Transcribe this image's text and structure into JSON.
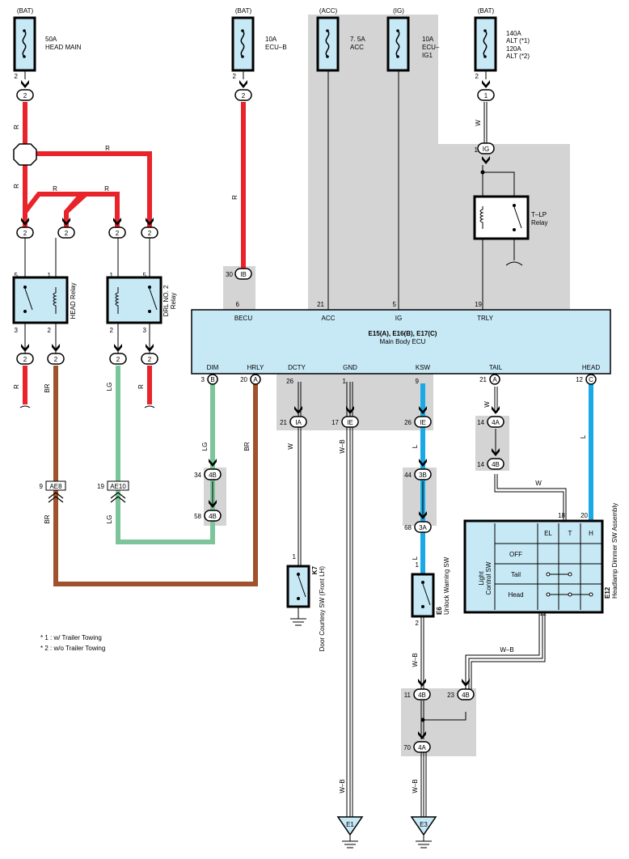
{
  "fuses": {
    "head_main": {
      "source": "(BAT)",
      "rating": "50A",
      "name": "HEAD MAIN",
      "pin": "2"
    },
    "ecu_b": {
      "source": "(BAT)",
      "rating": "10A",
      "name": "ECU–B",
      "pin": "2"
    },
    "acc": {
      "source": "(ACC)",
      "rating": "7. 5A",
      "name": "ACC"
    },
    "ecu_ig1": {
      "source": "(IG)",
      "rating": "10A",
      "name1": "ECU–",
      "name2": "IG1"
    },
    "alt": {
      "source": "(BAT)",
      "rating1": "140A",
      "name1": "ALT (*1)",
      "rating2": "120A",
      "name2": "ALT (*2)",
      "pin": "2"
    }
  },
  "connectors": {
    "c2": "2",
    "c1": "1",
    "IG": "IG",
    "IB": "IB",
    "IA": "IA",
    "IE": "IE",
    "B": "B",
    "A": "A",
    "C": "C",
    "4B": "4B",
    "4A": "4A",
    "3B": "3B",
    "3A": "3A",
    "AE8": "AE8",
    "AE10": "AE10"
  },
  "pins": {
    "p1": "1",
    "p2": "2",
    "p3": "3",
    "p5": "5",
    "p6": "6",
    "p9": "9",
    "p12": "12",
    "p14": "14",
    "p17": "17",
    "p18": "18",
    "p19": "19",
    "p20": "20",
    "p21": "21",
    "p23": "23",
    "p26": "26",
    "p30": "30",
    "p34": "34",
    "p44": "44",
    "p58": "58",
    "p68": "68",
    "p70": "70",
    "p11": "11"
  },
  "wires": {
    "R": "R",
    "BR": "BR",
    "LG": "LG",
    "W": "W",
    "WB": "W–B",
    "L": "L"
  },
  "relays": {
    "head": "HEAD Relay",
    "drl_line1": "DRL NO. 2",
    "drl_line2": "Relay",
    "tlp_line1": "T–LP",
    "tlp_line2": "Relay"
  },
  "ecu": {
    "title": "E15(A), E16(B), E17(C)",
    "name": "Main Body ECU",
    "top_terminals": [
      "BECU",
      "ACC",
      "IG",
      "TRLY"
    ],
    "bottom_terminals": [
      "DIM",
      "HRLY",
      "DCTY",
      "GND",
      "KSW",
      "TAIL",
      "HEAD"
    ]
  },
  "door_sw": {
    "code": "K7",
    "name": "Door Courtesy SW (Front LH)"
  },
  "unlock_sw": {
    "code": "E6",
    "name": "Unlock Warning SW"
  },
  "headlamp_sw": {
    "code": "E12",
    "name": "Headlamp Dimmer SW Assembly",
    "side_label1": "Light",
    "side_label2": "Control SW",
    "columns": [
      "EL",
      "T",
      "H"
    ],
    "rows": [
      "OFF",
      "Tail",
      "Head"
    ]
  },
  "grounds": {
    "e1": "E1",
    "e3": "E3"
  },
  "notes": [
    "* 1 : w/ Trailer Towing",
    "* 2 : w/o Trailer Towing"
  ],
  "colors": {
    "red": "#e8232a",
    "brown": "#a0522d",
    "green": "#7cc59a",
    "blue": "#19a9e6",
    "gray": "#d4d4d4",
    "ecu_fill": "#c7e9f6",
    "fuse_fill": "#c7e9f6"
  }
}
